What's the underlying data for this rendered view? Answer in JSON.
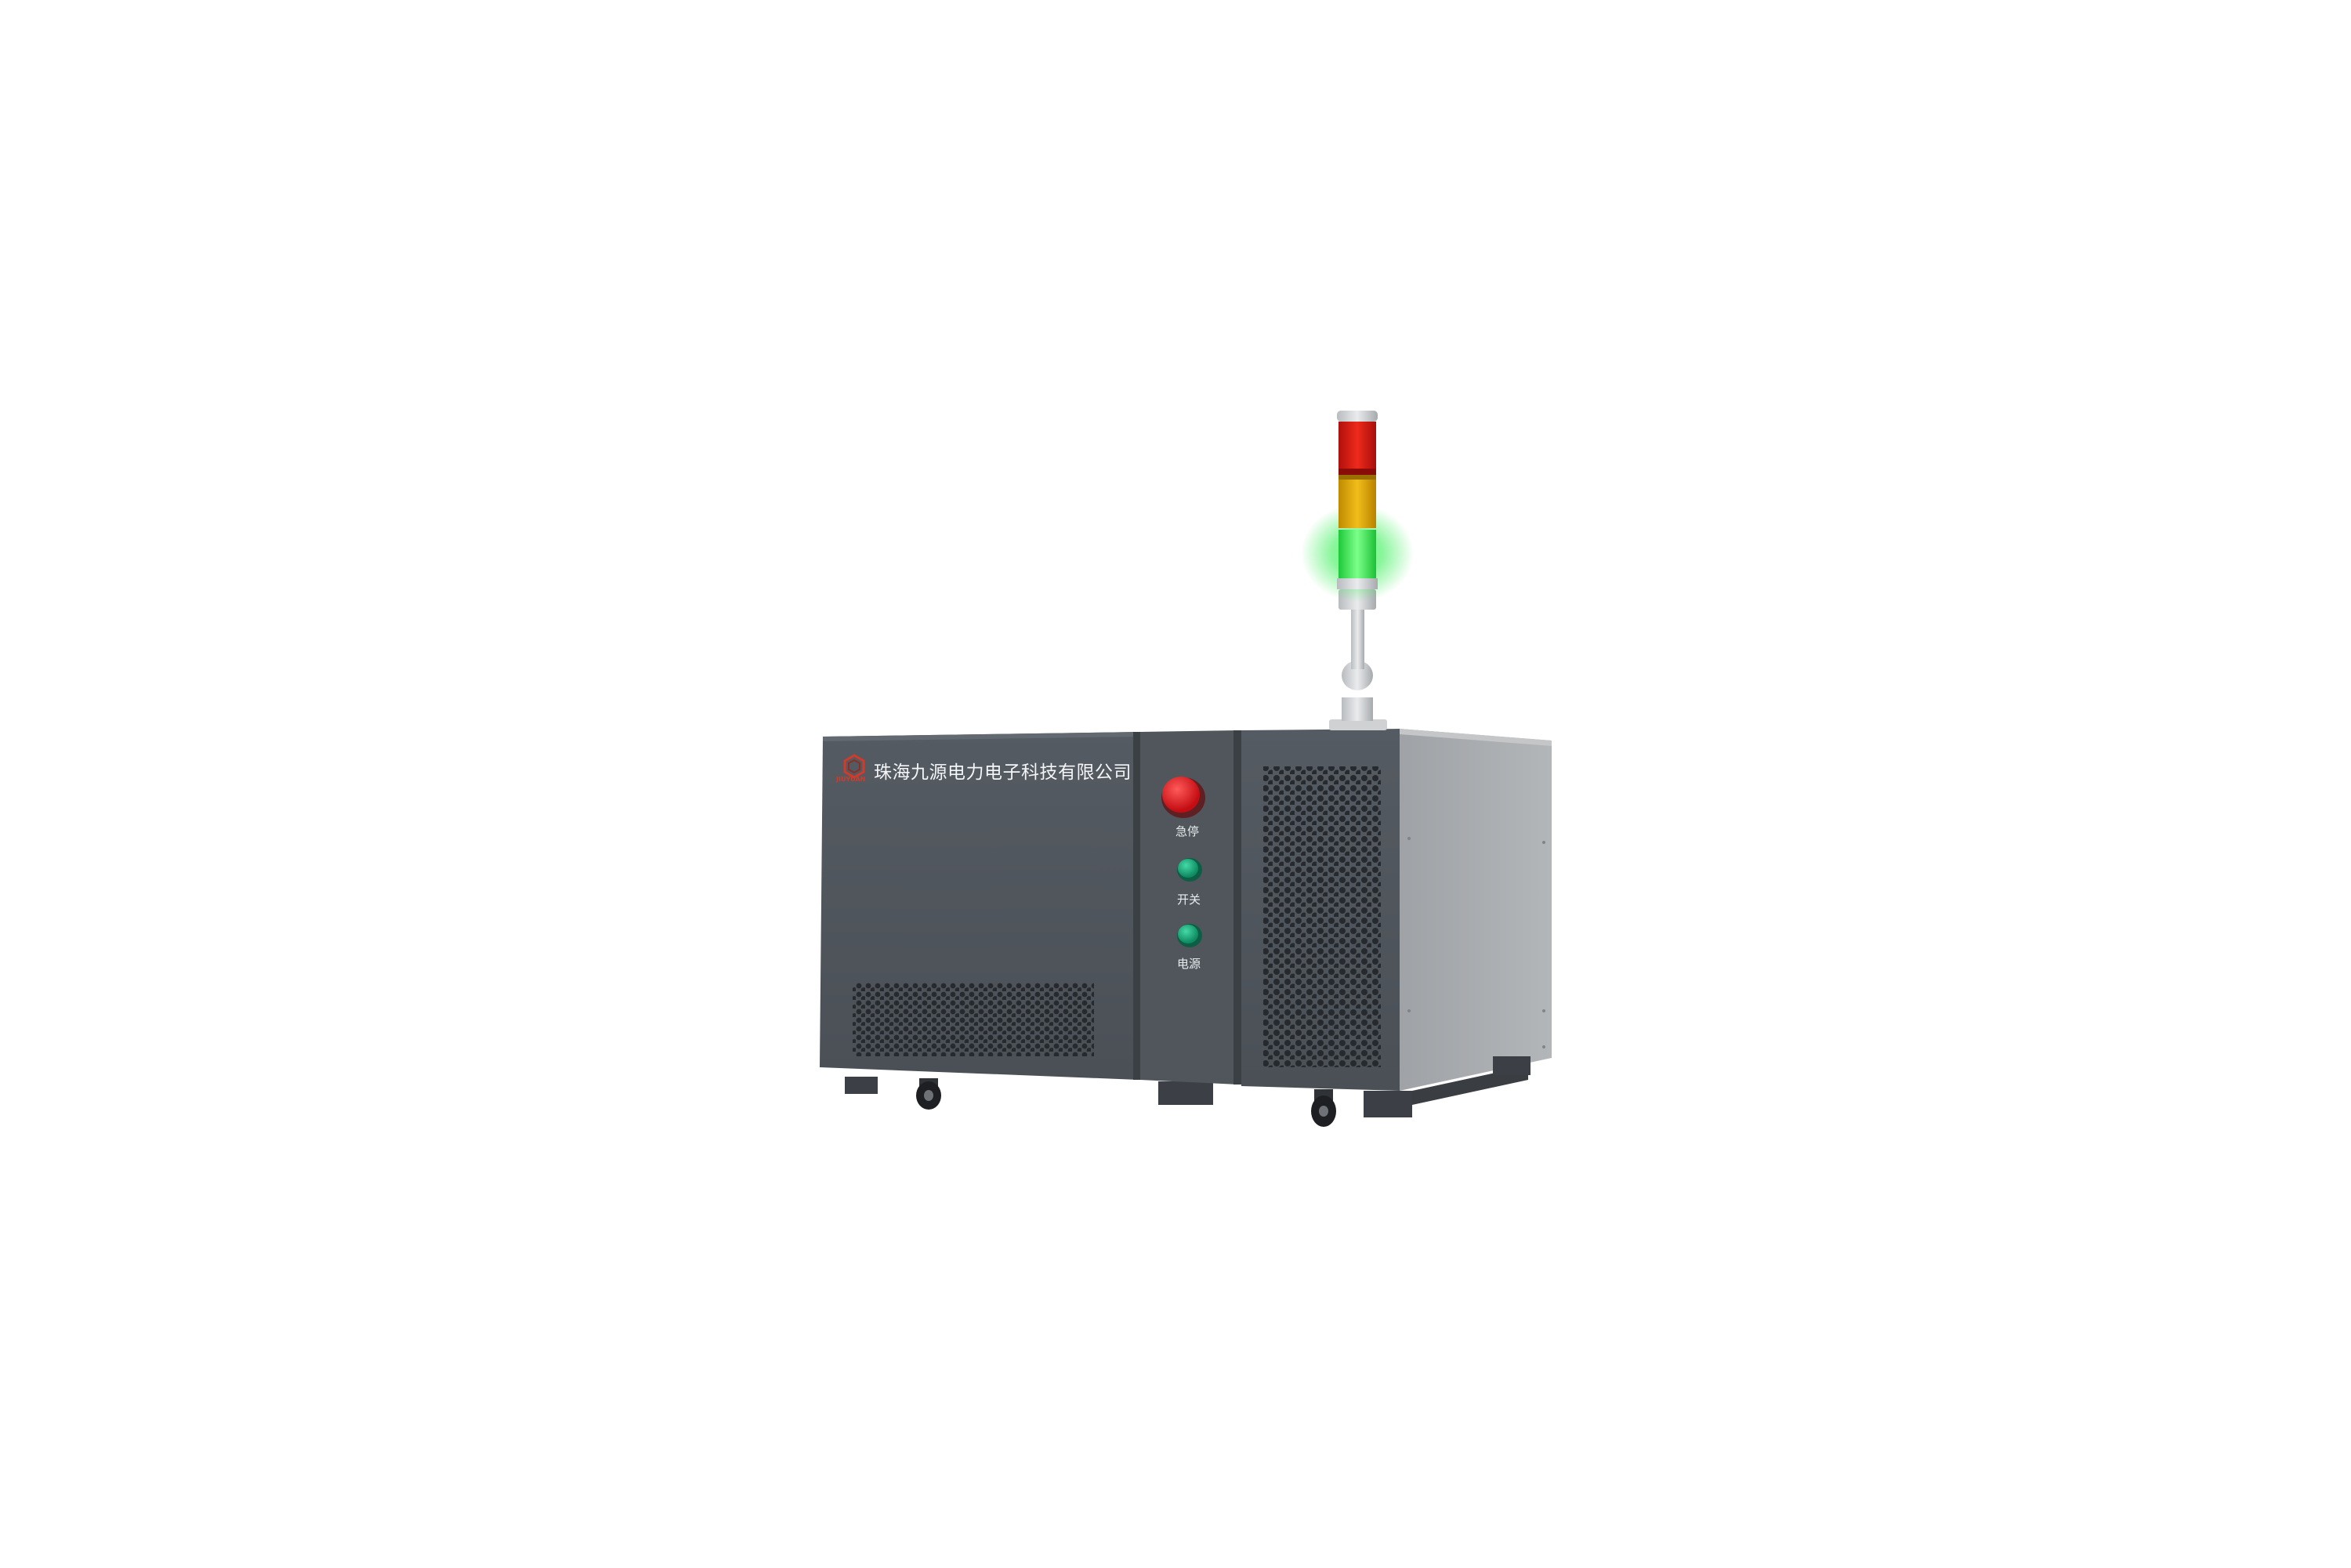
{
  "colors": {
    "background": "#ffffff",
    "cabinet_front": "#4c5259",
    "cabinet_front_dark": "#3f444a",
    "cabinet_side": "#a9acaf",
    "vent_hole": "#24272b",
    "estop_red": "#e0141c",
    "indicator_green": "#17a87a",
    "tower_red": "#d8241c",
    "tower_yellow": "#e7b210",
    "tower_green": "#2ee04a",
    "logo_red": "#d23a2a"
  },
  "icons": {
    "logo": "hexagon-logo-icon",
    "tower_light": "signal-tower-light-icon",
    "emergency_stop": "red-button-icon",
    "switch": "green-indicator-icon",
    "power": "green-indicator-icon"
  },
  "device": {
    "brand": "珠海九源电力电子科技有限公司",
    "logo_text": "JIUYUAN",
    "estop_label": "急停",
    "switch_label": "开关",
    "power_label": "电源"
  },
  "tower_light": {
    "lit_segment": "green",
    "segments": [
      "red",
      "yellow",
      "green"
    ]
  }
}
